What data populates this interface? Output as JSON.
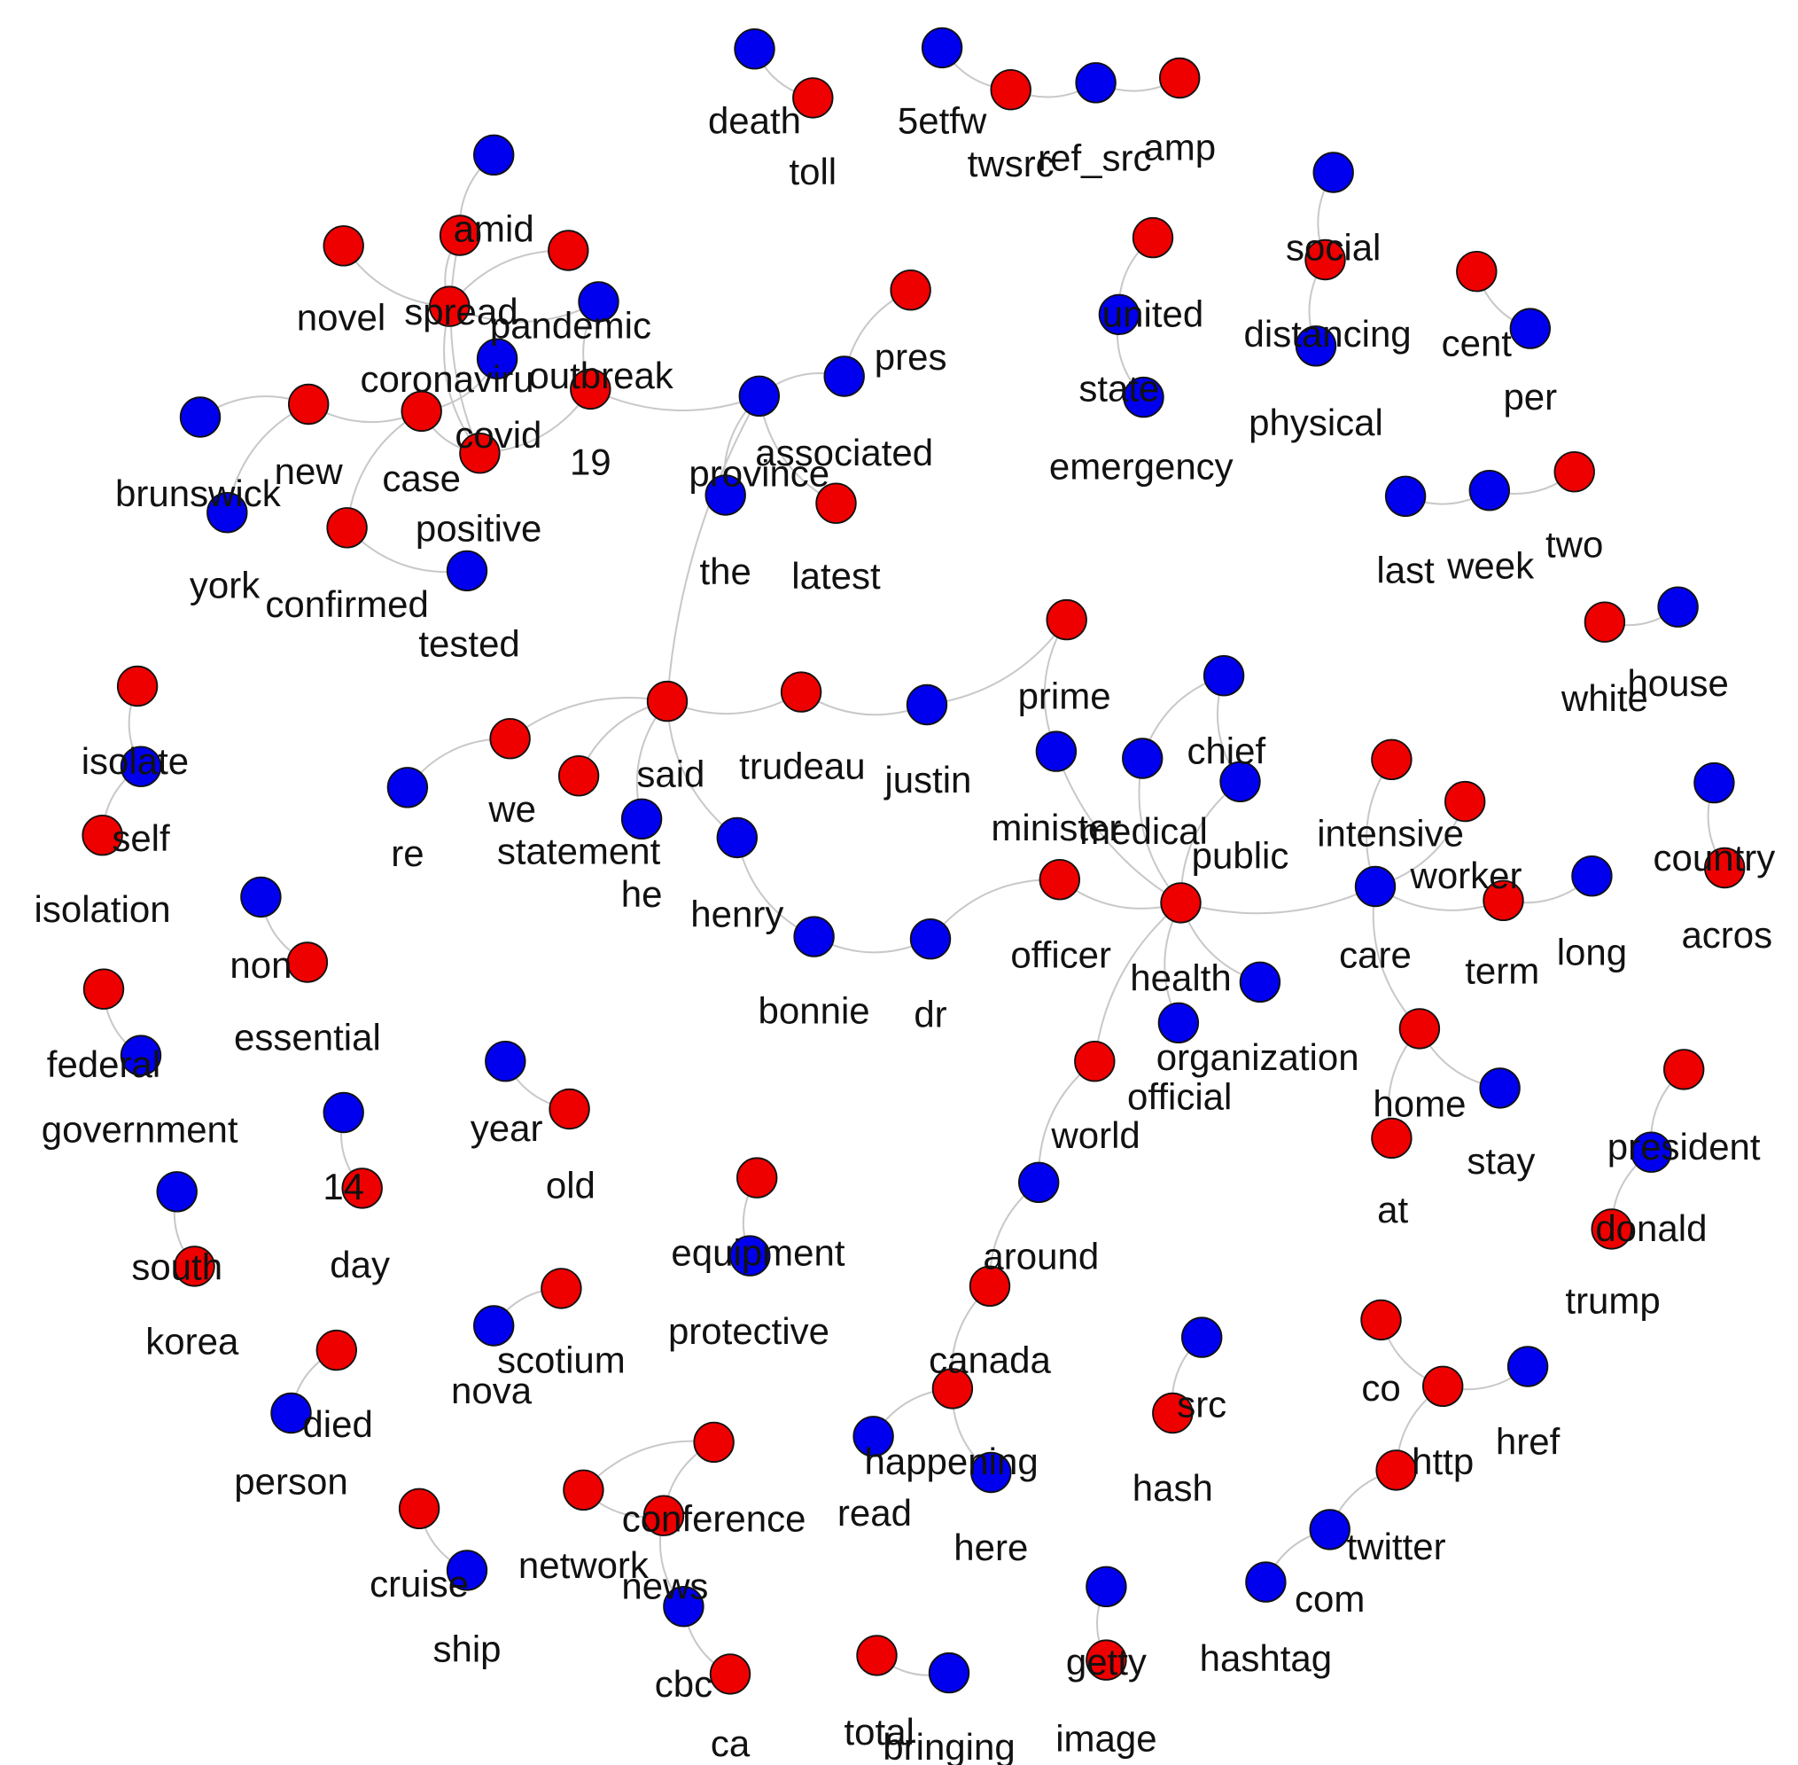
{
  "colors": {
    "red": "#ee0000",
    "blue": "#0000ee"
  },
  "nodes": [
    {
      "id": "amid",
      "label": "amid",
      "color": "blue"
    },
    {
      "id": "novel",
      "label": "novel",
      "color": "red"
    },
    {
      "id": "spread",
      "label": "spread",
      "color": "red"
    },
    {
      "id": "pandemic",
      "label": "pandemic",
      "color": "red"
    },
    {
      "id": "coronavirus",
      "label": "coronaviru",
      "color": "red"
    },
    {
      "id": "outbreak",
      "label": "outbreak",
      "color": "blue"
    },
    {
      "id": "covid",
      "label": "covid",
      "color": "red"
    },
    {
      "id": "19",
      "label": "19",
      "color": "red"
    },
    {
      "id": "new",
      "label": "new",
      "color": "red"
    },
    {
      "id": "case",
      "label": "case",
      "color": "red"
    },
    {
      "id": "brunswick",
      "label": "brunswick",
      "color": "blue"
    },
    {
      "id": "york",
      "label": "york",
      "color": "blue"
    },
    {
      "id": "positive",
      "label": "positive",
      "color": "red"
    },
    {
      "id": "confirmed",
      "label": "confirmed",
      "color": "blue"
    },
    {
      "id": "tested",
      "label": "tested",
      "color": "blue"
    },
    {
      "id": "death",
      "label": "death",
      "color": "blue"
    },
    {
      "id": "toll",
      "label": "toll",
      "color": "red"
    },
    {
      "id": "5etfw",
      "label": "5etfw",
      "color": "blue"
    },
    {
      "id": "twsrc",
      "label": "twsrc",
      "color": "red"
    },
    {
      "id": "ref_src",
      "label": "ref_src",
      "color": "blue"
    },
    {
      "id": "amp",
      "label": "amp",
      "color": "red"
    },
    {
      "id": "pres",
      "label": "pres",
      "color": "red"
    },
    {
      "id": "associated",
      "label": "associated",
      "color": "blue"
    },
    {
      "id": "province",
      "label": "province",
      "color": "blue"
    },
    {
      "id": "the",
      "label": "the",
      "color": "blue"
    },
    {
      "id": "latest",
      "label": "latest",
      "color": "red"
    },
    {
      "id": "united",
      "label": "united",
      "color": "red"
    },
    {
      "id": "state",
      "label": "state",
      "color": "blue"
    },
    {
      "id": "emergency",
      "label": "emergency",
      "color": "blue"
    },
    {
      "id": "social",
      "label": "social",
      "color": "blue"
    },
    {
      "id": "distancing",
      "label": "distancing",
      "color": "red"
    },
    {
      "id": "physical",
      "label": "physical",
      "color": "blue"
    },
    {
      "id": "cent",
      "label": "cent",
      "color": "red"
    },
    {
      "id": "per",
      "label": "per",
      "color": "blue"
    },
    {
      "id": "last",
      "label": "last",
      "color": "blue"
    },
    {
      "id": "week",
      "label": "week",
      "color": "blue"
    },
    {
      "id": "two",
      "label": "two",
      "color": "red"
    },
    {
      "id": "white",
      "label": "white",
      "color": "red"
    },
    {
      "id": "house",
      "label": "house",
      "color": "blue"
    },
    {
      "id": "isolate",
      "label": "isolate",
      "color": "red"
    },
    {
      "id": "self",
      "label": "self",
      "color": "blue"
    },
    {
      "id": "isolation",
      "label": "isolation",
      "color": "red"
    },
    {
      "id": "said",
      "label": "said",
      "color": "red"
    },
    {
      "id": "we",
      "label": "we",
      "color": "red"
    },
    {
      "id": "re",
      "label": "re",
      "color": "blue"
    },
    {
      "id": "statement",
      "label": "statement",
      "color": "red"
    },
    {
      "id": "he",
      "label": "he",
      "color": "blue"
    },
    {
      "id": "henry",
      "label": "henry",
      "color": "blue"
    },
    {
      "id": "bonnie",
      "label": "bonnie",
      "color": "blue"
    },
    {
      "id": "dr",
      "label": "dr",
      "color": "blue"
    },
    {
      "id": "trudeau",
      "label": "trudeau",
      "color": "red"
    },
    {
      "id": "justin",
      "label": "justin",
      "color": "blue"
    },
    {
      "id": "prime",
      "label": "prime",
      "color": "red"
    },
    {
      "id": "minister",
      "label": "minister",
      "color": "blue"
    },
    {
      "id": "chief",
      "label": "chief",
      "color": "blue"
    },
    {
      "id": "medical",
      "label": "medical",
      "color": "blue"
    },
    {
      "id": "public",
      "label": "public",
      "color": "blue"
    },
    {
      "id": "officer",
      "label": "officer",
      "color": "red"
    },
    {
      "id": "health",
      "label": "health",
      "color": "red"
    },
    {
      "id": "organization",
      "label": "organization",
      "color": "blue"
    },
    {
      "id": "official",
      "label": "official",
      "color": "blue"
    },
    {
      "id": "world",
      "label": "world",
      "color": "red"
    },
    {
      "id": "around",
      "label": "around",
      "color": "blue"
    },
    {
      "id": "canada",
      "label": "canada",
      "color": "red"
    },
    {
      "id": "happening",
      "label": "happening",
      "color": "red"
    },
    {
      "id": "read",
      "label": "read",
      "color": "blue"
    },
    {
      "id": "here",
      "label": "here",
      "color": "blue"
    },
    {
      "id": "intensive",
      "label": "intensive",
      "color": "red"
    },
    {
      "id": "care",
      "label": "care",
      "color": "blue"
    },
    {
      "id": "worker",
      "label": "worker",
      "color": "red"
    },
    {
      "id": "term",
      "label": "term",
      "color": "red"
    },
    {
      "id": "long",
      "label": "long",
      "color": "blue"
    },
    {
      "id": "home",
      "label": "home",
      "color": "red"
    },
    {
      "id": "stay",
      "label": "stay",
      "color": "blue"
    },
    {
      "id": "at",
      "label": "at",
      "color": "red"
    },
    {
      "id": "country",
      "label": "country",
      "color": "blue"
    },
    {
      "id": "acros",
      "label": "acros",
      "color": "red"
    },
    {
      "id": "president",
      "label": "president",
      "color": "red"
    },
    {
      "id": "donald",
      "label": "donald",
      "color": "blue"
    },
    {
      "id": "trump",
      "label": "trump",
      "color": "red"
    },
    {
      "id": "non",
      "label": "non",
      "color": "blue"
    },
    {
      "id": "essential",
      "label": "essential",
      "color": "red"
    },
    {
      "id": "federal",
      "label": "federal",
      "color": "red"
    },
    {
      "id": "government",
      "label": "government",
      "color": "blue"
    },
    {
      "id": "year",
      "label": "year",
      "color": "blue"
    },
    {
      "id": "old",
      "label": "old",
      "color": "red"
    },
    {
      "id": "14",
      "label": "14",
      "color": "blue"
    },
    {
      "id": "day",
      "label": "day",
      "color": "red"
    },
    {
      "id": "south",
      "label": "south",
      "color": "blue"
    },
    {
      "id": "korea",
      "label": "korea",
      "color": "red"
    },
    {
      "id": "equipment",
      "label": "equipment",
      "color": "red"
    },
    {
      "id": "protective",
      "label": "protective",
      "color": "blue"
    },
    {
      "id": "scotium",
      "label": "scotium",
      "color": "red"
    },
    {
      "id": "nova",
      "label": "nova",
      "color": "blue"
    },
    {
      "id": "died",
      "label": "died",
      "color": "red"
    },
    {
      "id": "person",
      "label": "person",
      "color": "blue"
    },
    {
      "id": "cruise",
      "label": "cruise",
      "color": "red"
    },
    {
      "id": "ship",
      "label": "ship",
      "color": "blue"
    },
    {
      "id": "conference",
      "label": "conference",
      "color": "red"
    },
    {
      "id": "network",
      "label": "network",
      "color": "red"
    },
    {
      "id": "news",
      "label": "news",
      "color": "red"
    },
    {
      "id": "cbc",
      "label": "cbc",
      "color": "blue"
    },
    {
      "id": "ca",
      "label": "ca",
      "color": "red"
    },
    {
      "id": "total",
      "label": "total",
      "color": "red"
    },
    {
      "id": "bringing",
      "label": "bringing",
      "color": "blue"
    },
    {
      "id": "getty",
      "label": "getty",
      "color": "blue"
    },
    {
      "id": "image",
      "label": "image",
      "color": "red"
    },
    {
      "id": "src",
      "label": "src",
      "color": "blue"
    },
    {
      "id": "hash",
      "label": "hash",
      "color": "red"
    },
    {
      "id": "co",
      "label": "co",
      "color": "red"
    },
    {
      "id": "href",
      "label": "href",
      "color": "blue"
    },
    {
      "id": "http",
      "label": "http",
      "color": "red"
    },
    {
      "id": "twitter",
      "label": "twitter",
      "color": "red"
    },
    {
      "id": "com",
      "label": "com",
      "color": "blue"
    },
    {
      "id": "hashtag",
      "label": "hashtag",
      "color": "blue"
    }
  ],
  "edges": [
    [
      "amid",
      "spread"
    ],
    [
      "novel",
      "coronavirus"
    ],
    [
      "spread",
      "coronavirus"
    ],
    [
      "spread",
      "covid"
    ],
    [
      "pandemic",
      "coronavirus"
    ],
    [
      "coronavirus",
      "outbreak"
    ],
    [
      "coronavirus",
      "covid"
    ],
    [
      "covid",
      "19"
    ],
    [
      "outbreak",
      "19"
    ],
    [
      "new",
      "case"
    ],
    [
      "new",
      "brunswick"
    ],
    [
      "new",
      "york"
    ],
    [
      "case",
      "covid"
    ],
    [
      "case",
      "positive"
    ],
    [
      "case",
      "confirmed"
    ],
    [
      "positive",
      "tested"
    ],
    [
      "19",
      "province"
    ],
    [
      "death",
      "toll"
    ],
    [
      "5etfw",
      "twsrc"
    ],
    [
      "twsrc",
      "ref_src"
    ],
    [
      "ref_src",
      "amp"
    ],
    [
      "pres",
      "associated"
    ],
    [
      "associated",
      "province"
    ],
    [
      "province",
      "latest"
    ],
    [
      "province",
      "the"
    ],
    [
      "province",
      "said"
    ],
    [
      "united",
      "state"
    ],
    [
      "state",
      "emergency"
    ],
    [
      "social",
      "distancing"
    ],
    [
      "distancing",
      "physical"
    ],
    [
      "cent",
      "per"
    ],
    [
      "last",
      "week"
    ],
    [
      "week",
      "two"
    ],
    [
      "white",
      "house"
    ],
    [
      "isolate",
      "self"
    ],
    [
      "self",
      "isolation"
    ],
    [
      "said",
      "we"
    ],
    [
      "said",
      "statement"
    ],
    [
      "said",
      "he"
    ],
    [
      "said",
      "henry"
    ],
    [
      "said",
      "trudeau"
    ],
    [
      "we",
      "re"
    ],
    [
      "henry",
      "bonnie"
    ],
    [
      "bonnie",
      "dr"
    ],
    [
      "trudeau",
      "justin"
    ],
    [
      "justin",
      "prime"
    ],
    [
      "prime",
      "minister"
    ],
    [
      "minister",
      "health"
    ],
    [
      "chief",
      "medical"
    ],
    [
      "chief",
      "public"
    ],
    [
      "medical",
      "health"
    ],
    [
      "public",
      "health"
    ],
    [
      "officer",
      "health"
    ],
    [
      "officer",
      "dr"
    ],
    [
      "health",
      "organization"
    ],
    [
      "health",
      "official"
    ],
    [
      "health",
      "world"
    ],
    [
      "health",
      "care"
    ],
    [
      "world",
      "around"
    ],
    [
      "around",
      "canada"
    ],
    [
      "canada",
      "happening"
    ],
    [
      "happening",
      "read"
    ],
    [
      "happening",
      "here"
    ],
    [
      "intensive",
      "care"
    ],
    [
      "care",
      "worker"
    ],
    [
      "care",
      "term"
    ],
    [
      "care",
      "home"
    ],
    [
      "term",
      "long"
    ],
    [
      "home",
      "stay"
    ],
    [
      "home",
      "at"
    ],
    [
      "country",
      "acros"
    ],
    [
      "president",
      "donald"
    ],
    [
      "donald",
      "trump"
    ],
    [
      "non",
      "essential"
    ],
    [
      "federal",
      "government"
    ],
    [
      "year",
      "old"
    ],
    [
      "14",
      "day"
    ],
    [
      "south",
      "korea"
    ],
    [
      "equipment",
      "protective"
    ],
    [
      "scotium",
      "nova"
    ],
    [
      "died",
      "person"
    ],
    [
      "cruise",
      "ship"
    ],
    [
      "conference",
      "network"
    ],
    [
      "conference",
      "news"
    ],
    [
      "network",
      "news"
    ],
    [
      "news",
      "cbc"
    ],
    [
      "cbc",
      "ca"
    ],
    [
      "total",
      "bringing"
    ],
    [
      "getty",
      "image"
    ],
    [
      "src",
      "hash"
    ],
    [
      "co",
      "http"
    ],
    [
      "http",
      "href"
    ],
    [
      "http",
      "twitter"
    ],
    [
      "twitter",
      "com"
    ],
    [
      "com",
      "hashtag"
    ]
  ]
}
